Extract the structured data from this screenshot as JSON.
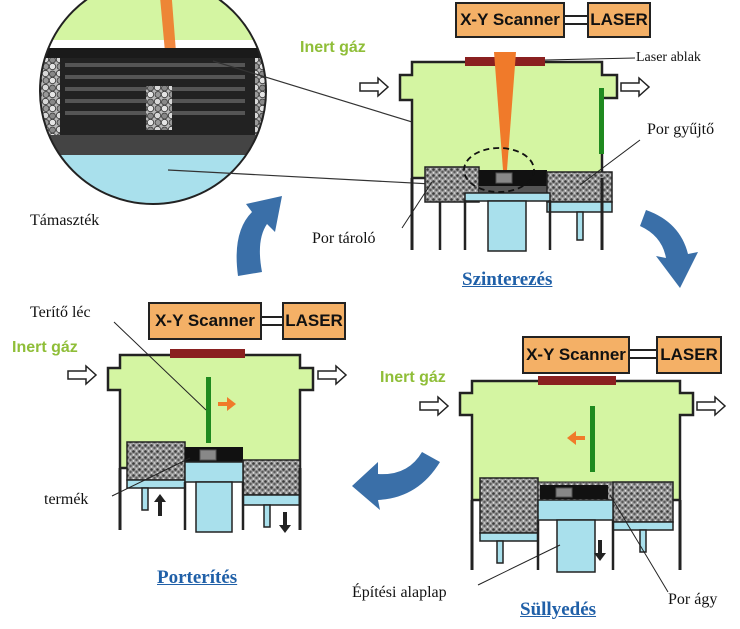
{
  "colors": {
    "chamber": "#d4f5a2",
    "laser_box": "#f4b066",
    "base": "#a9e0ec",
    "window": "#8a2020",
    "recoater": "#1f8a1f",
    "beam": "#f07a2a",
    "gas_text": "#8fbe38",
    "title_text": "#2060a8",
    "cycle_arrow": "#3a6fa8"
  },
  "stages": {
    "top": {
      "title": "Szinterezés",
      "scanner": "X-Y Scanner",
      "laser": "LASER",
      "gas": "Inert gáz"
    },
    "left": {
      "title": "Porterítés",
      "scanner": "X-Y Scanner",
      "laser": "LASER",
      "gas": "Inert gáz"
    },
    "right": {
      "title": "Süllyedés",
      "scanner": "X-Y Scanner",
      "laser": "LASER",
      "gas": "Inert gáz"
    }
  },
  "labels": {
    "laser_window": "Laser ablak",
    "powder_collector": "Por gyűjtő",
    "support": "Támaszték",
    "powder_storage": "Por tároló",
    "recoater": "Terítő léc",
    "product": "termék",
    "build_plate": "Építési alaplap",
    "powder_bed": "Por ágy"
  },
  "icons": [
    "cycle-arrow-icon",
    "gas-arrow-icon",
    "motion-arrow-icon"
  ]
}
